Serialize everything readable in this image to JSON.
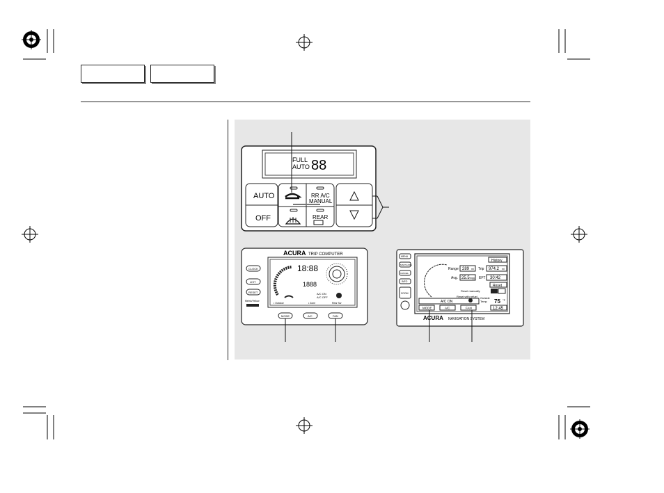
{
  "header": {
    "tabs": [
      "",
      ""
    ]
  },
  "climate_panel": {
    "display_line1": "FULL",
    "display_line2": "AUTO",
    "display_digits": "88",
    "auto_label": "AUTO",
    "off_label": "OFF",
    "rr_ac_manual_line1": "RR A/C",
    "rr_ac_manual_line2": "MANUAL",
    "rear_label": "REAR"
  },
  "trip_computer": {
    "brand": "ACURA",
    "title": "TRIP COMPUTER",
    "side_buttons": [
      "CLOCK",
      "LIST",
      "RESET",
      "Metric/Yellow"
    ],
    "time": "18:88",
    "mpg_display": "1888",
    "ac_on": "A/C ON",
    "ac_off": "A/C OFF",
    "status_left": "• Outdoor",
    "status_mid": "• Zone",
    "status_right": "Rear Sw",
    "bottom_buttons": [
      "MODE",
      "A/C",
      "FAN"
    ]
  },
  "navigation": {
    "brand": "ACURA",
    "title": "NAVIGATION SYSTEM",
    "side_buttons": [
      "MENU",
      "MAP/GUIDE",
      "CANCEL",
      "INFO",
      "ZOOM"
    ],
    "history": "History",
    "range_label": "Range",
    "range_value": "289",
    "range_unit": "mi",
    "trip_label": "Trip",
    "trip_value": "974.2",
    "trip_unit": "mi",
    "avg_label": "Avg.",
    "avg_value": "25.5",
    "avg_unit": "mpg",
    "eft_label": "EFT",
    "eft_value": "30:42",
    "reset_btn": "Reset",
    "reset_manually": "Reset manually",
    "reset_refuel": "Reset with refuel",
    "ac_status": "A/C ON",
    "outside_label1": "Outside",
    "outside_label2": "Temp",
    "temp_value": "75",
    "temp_unit": "°F",
    "clock_value": "12:45",
    "bottom_buttons": [
      "MODE",
      "A/C",
      "FAN"
    ]
  }
}
